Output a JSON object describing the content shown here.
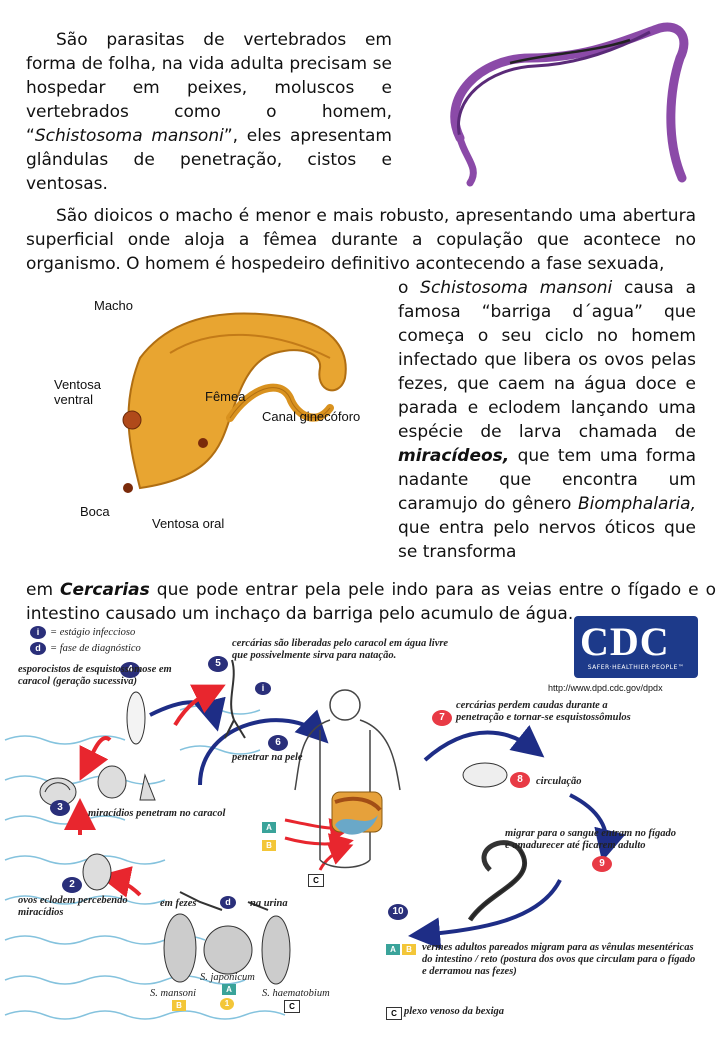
{
  "text": {
    "p1": "São parasitas de vertebrados em forma de folha, na vida adulta precisam se hospedar em peixes, moluscos e vertebrados como o homem, “",
    "p1_italic": "Schistosoma mansoni",
    "p1_end": "”, eles apresentam glândulas de penetração, cistos e ventosas.",
    "p2": "São dioicos o macho é menor e mais robusto, apresentando uma abertura superficial onde aloja a fêmea durante a copulação que acontece no organismo. O homem é hospedeiro definitivo acontecendo a fase sexuada,",
    "p3_a": "o ",
    "p3_italic": "Schistosoma mansoni",
    "p3_b": " causa a famosa “barriga d´agua” que começa o seu ciclo  no homem infectado que libera os ovos pelas fezes, que caem na água doce e parada e eclodem lançando uma espécie de larva chamada de ",
    "p3_bold": "miracídeos,",
    "p3_c": " que tem uma forma nadante que encontra um caramujo do gênero ",
    "p3_italic2": "Biomphalaria,",
    "p3_d": " que entra pelo nervos óticos que se transforma",
    "p4_a": "em ",
    "p4_bold": "Cercarias",
    "p4_b": " que pode entrar pela pele indo para as veias entre o fígado e o intestino causado um inchaço da barriga pelo acumulo de água."
  },
  "anatomy": {
    "macho": "Macho",
    "ventosa_ventral": "Ventosa ventral",
    "femea": "Fêmea",
    "canal": "Canal ginecóforo",
    "boca": "Boca",
    "ventosa_oral": "Ventosa oral"
  },
  "cycle": {
    "legend_i": "= estágio infeccioso",
    "legend_d": "= fase de diagnóstico",
    "s1": "esporocistos de esquistossomose em caracol (geração sucessiva)",
    "s5": "cercárias são liberadas pelo caracol em água livre que possivelmente sirva para natação.",
    "s6": "penetrar na pele",
    "s7": "cercárias perdem caudas durante a penetração e tornar-se esquistossômulos",
    "s8": "circulação",
    "s9": "migrar para o sangue entram no fígado e amadurecer até ficarem adulto",
    "s3": "miracídios penetram no caracol",
    "s2": "ovos eclodem percebendo miracídios",
    "em_fezes": "em fezes",
    "na_urina": "na urina",
    "sp1": "S. mansoni",
    "sp2": "S. japonicum",
    "sp3": "S. haematobium",
    "s10": "vermes adultos pareados migram para as vênulas mesentéricas do intestino / reto (postura dos ovos que circulam para o fígado e derramou nas fezes)",
    "plexo": "plexo venoso da bexiga",
    "n1": "1",
    "n2": "2",
    "n3": "3",
    "n4": "4",
    "n5": "5",
    "n6": "6",
    "n7": "7",
    "n8": "8",
    "n9": "9",
    "n10": "10",
    "i": "i",
    "d": "d",
    "A": "A",
    "B": "B",
    "C": "C"
  },
  "cdc": {
    "letters": "CDC",
    "sub": "SAFER·HEALTHIER·PEOPLE™",
    "url": "http://www.dpd.cdc.gov/dpdx"
  }
}
